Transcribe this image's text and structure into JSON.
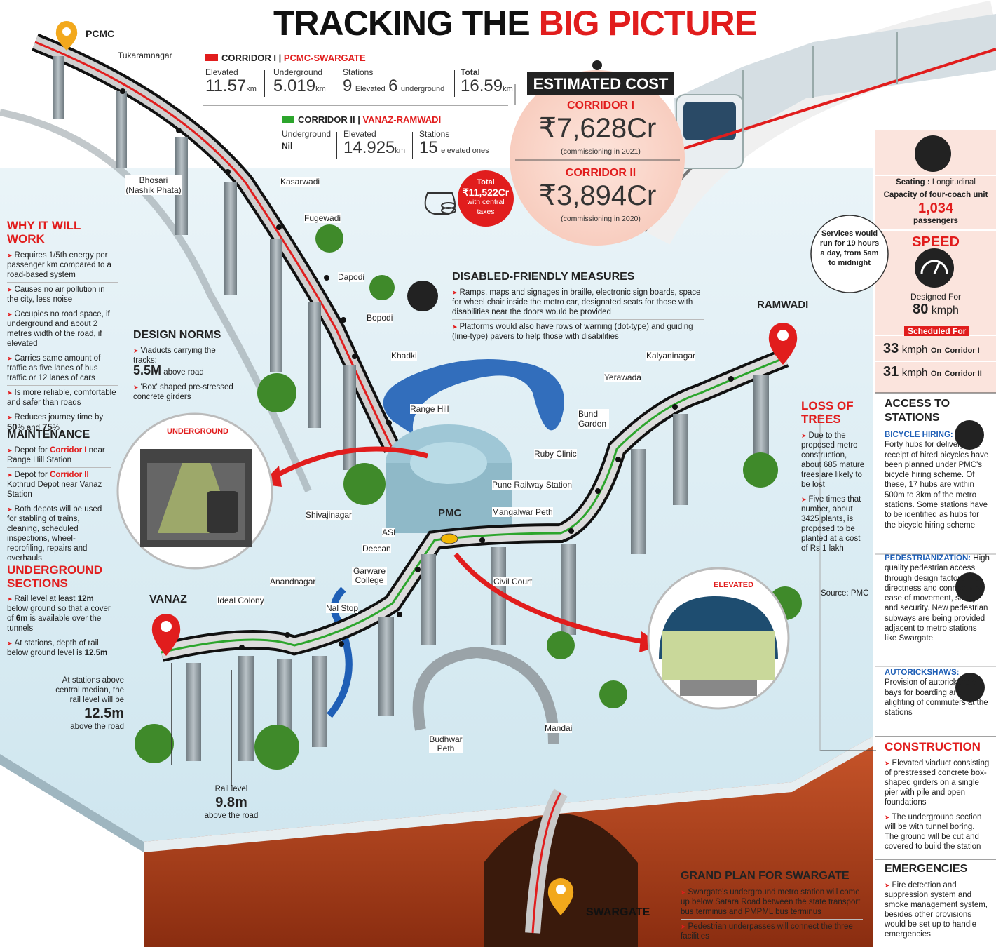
{
  "title": {
    "part1": "TRACKING THE",
    "part2": "BIG PICTURE"
  },
  "corridor1": {
    "label": "CORRIDOR I",
    "route": "PCMC-SWARGATE",
    "elevated_label": "Elevated",
    "elevated_value": "11.57",
    "elevated_unit": "km",
    "underground_label": "Underground",
    "underground_value": "5.019",
    "underground_unit": "km",
    "stations_label": "Stations",
    "stations_elev_value": "9",
    "stations_elev_text": "Elevated",
    "stations_ug_value": "6",
    "stations_ug_text": "underground",
    "total_label": "Total",
    "total_value": "16.59",
    "total_unit": "km"
  },
  "corridor2": {
    "label": "CORRIDOR II",
    "route": "VANAZ-RAMWADI",
    "underground_label": "Underground",
    "underground_value": "Nil",
    "elevated_label": "Elevated",
    "elevated_value": "14.925",
    "elevated_unit": "km",
    "stations_label": "Stations",
    "stations_value": "15",
    "stations_text": "elevated ones"
  },
  "cost": {
    "heading": "ESTIMATED COST",
    "c1_label": "CORRIDOR I",
    "c1_value": "₹7,628Cr",
    "c1_note": "(commissioning in 2021)",
    "c2_label": "CORRIDOR II",
    "c2_value": "₹3,894Cr",
    "c2_note": "(commissioning in 2020)",
    "total_label": "Total",
    "total_value": "₹11,522Cr",
    "total_note": "with central taxes"
  },
  "disabled": {
    "heading": "DISABLED-FRIENDLY MEASURES",
    "items": [
      "Ramps, maps and signages in braille, electronic sign boards, space for wheel chair inside the metro car, designated seats for those with disabilities near the doors would be provided",
      "Platforms would also have rows of warning (dot-type) and guiding (line-type) pavers to help those with disabilities"
    ]
  },
  "why": {
    "heading": "WHY IT WILL WORK",
    "items": [
      "Requires 1/5th energy per passenger km compared to a road-based system",
      "Causes no air pollution in the city, less noise",
      "Occupies no road space, if underground and about 2 metres width of the road, if elevated",
      "Carries same amount of traffic as five lanes of bus traffic or 12 lanes of cars",
      "Is more reliable, comfortable and safer than roads"
    ],
    "journey_text": "Reduces journey time by",
    "journey_v1": "50",
    "journey_and": "% and",
    "journey_v2": "75",
    "journey_pct": "%"
  },
  "design": {
    "heading": "DESIGN NORMS",
    "item1": "Viaducts carrying the tracks:",
    "item1_value": "5.5M",
    "item1_suffix": "above road",
    "item2": "'Box' shaped pre-stressed concrete girders"
  },
  "maintenance": {
    "heading": "MAINTENANCE",
    "depot1_pre": "Depot for",
    "depot1_corr": "Corridor I",
    "depot1_post": "near Range Hill Station",
    "depot2_pre": "Depot for",
    "depot2_corr": "Corridor II",
    "depot2_post": "Kothrud Depot near Vanaz Station",
    "item3": "Both depots will be used for stabling of trains, cleaning, scheduled inspections, wheel-reprofiling, repairs and overhauls"
  },
  "underground": {
    "heading": "UNDERGROUND SECTIONS",
    "item1_pre": "Rail level at least",
    "item1_v1": "12m",
    "item1_mid": "below ground so that a cover of",
    "item1_v2": "6m",
    "item1_post": "is available over the tunnels",
    "item2_pre": "At stations, depth of rail below ground level is",
    "item2_v": "12.5m"
  },
  "levels": {
    "above_text": "At stations above central median, the rail level will be",
    "above_value": "12.5m",
    "above_suffix": "above the road",
    "rail_text": "Rail level",
    "rail_value": "9.8m",
    "rail_suffix": "above the road"
  },
  "trees": {
    "heading1": "LOSS OF",
    "heading2": "TREES",
    "items": [
      "Due to the proposed metro construction, about 685 mature trees are likely to be lost",
      "Five times that number, about 3425 plants, is proposed to be planted at a cost of Rs 1 lakh"
    ]
  },
  "source": "Source: PMC",
  "services": "Services would run for 19 hours a day, from 5am to midnight",
  "specs": {
    "seating_label": "Seating :",
    "seating_value": "Longitudinal",
    "capacity_label": "Capacity of four-coach unit",
    "capacity_value": "1,034",
    "capacity_unit": "passengers",
    "speed_heading": "SPEED",
    "designed_label": "Designed For",
    "designed_value": "80",
    "designed_unit": "kmph",
    "scheduled_label": "Scheduled For",
    "s1_value": "33",
    "s1_unit": "kmph",
    "s1_on": "On",
    "s1_corr": "Corridor I",
    "s2_value": "31",
    "s2_unit": "kmph",
    "s2_on": "On",
    "s2_corr": "Corridor II"
  },
  "access": {
    "heading": "ACCESS TO STATIONS",
    "bike_label": "BICYCLE HIRING:",
    "bike_text": "Forty hubs for delivery and receipt of hired bicycles have been planned under PMC's bicycle hiring scheme. Of these, 17 hubs are within 500m to 3km of the metro stations. Some stations have to be identified as hubs for the bicycle hiring scheme",
    "ped_label": "PEDESTRIANIZATION:",
    "ped_text": "High quality pedestrian access through design factors like directness and connectivity, ease of movement, safety and security. New pedestrian subways are being provided adjacent to metro stations like Swargate",
    "auto_label": "AUTORICKSHAWS:",
    "auto_text": "Provision of autorickshaw bays for boarding and alighting of commuters at the stations"
  },
  "construction": {
    "heading": "CONSTRUCTION",
    "items": [
      "Elevated viaduct consisting of prestressed concrete box-shaped girders on a single pier with pile and open foundations",
      "The underground section will be with tunnel boring. The ground will be cut and covered to build the station"
    ]
  },
  "emergencies": {
    "heading": "EMERGENCIES",
    "items": [
      "Fire detection and suppression system and smoke management system, besides other provisions would be set up to handle emergencies"
    ]
  },
  "swargate_plan": {
    "heading": "GRAND PLAN FOR SWARGATE",
    "items": [
      "Swargate's underground metro station will come up below Satara Road between the state transport bus terminus and PMPML bus terminus",
      "Pedestrian underpasses will connect the three facilities"
    ]
  },
  "insets": {
    "underground": "UNDERGROUND",
    "elevated": "ELEVATED"
  },
  "stations": {
    "pcmc": "PCMC",
    "tukaramnagar": "Tukaramnagar",
    "bhosari": "Bhosari (Nashik Phata)",
    "kasarwadi": "Kasarwadi",
    "fugewadi": "Fugewadi",
    "dapodi": "Dapodi",
    "bopodi": "Bopodi",
    "khadki": "Khadki",
    "range_hill": "Range Hill",
    "shivajinagar": "Shivajinagar",
    "asi": "ASI",
    "deccan": "Deccan",
    "pmc": "PMC",
    "mangalwar": "Mangalwar Peth",
    "civil_court": "Civil Court",
    "pune_rly": "Pune Railway Station",
    "ruby": "Ruby Clinic",
    "bund": "Bund Garden",
    "yerawada": "Yerawada",
    "kalyaninagar": "Kalyaninagar",
    "ramwadi": "RAMWADI",
    "vanaz": "VANAZ",
    "ideal": "Ideal Colony",
    "anandnagar": "Anandnagar",
    "garware": "Garware College",
    "nalstop": "Nal Stop",
    "budhwar": "Budhwar Peth",
    "mandai": "Mandai",
    "swargate": "SWARGATE"
  }
}
